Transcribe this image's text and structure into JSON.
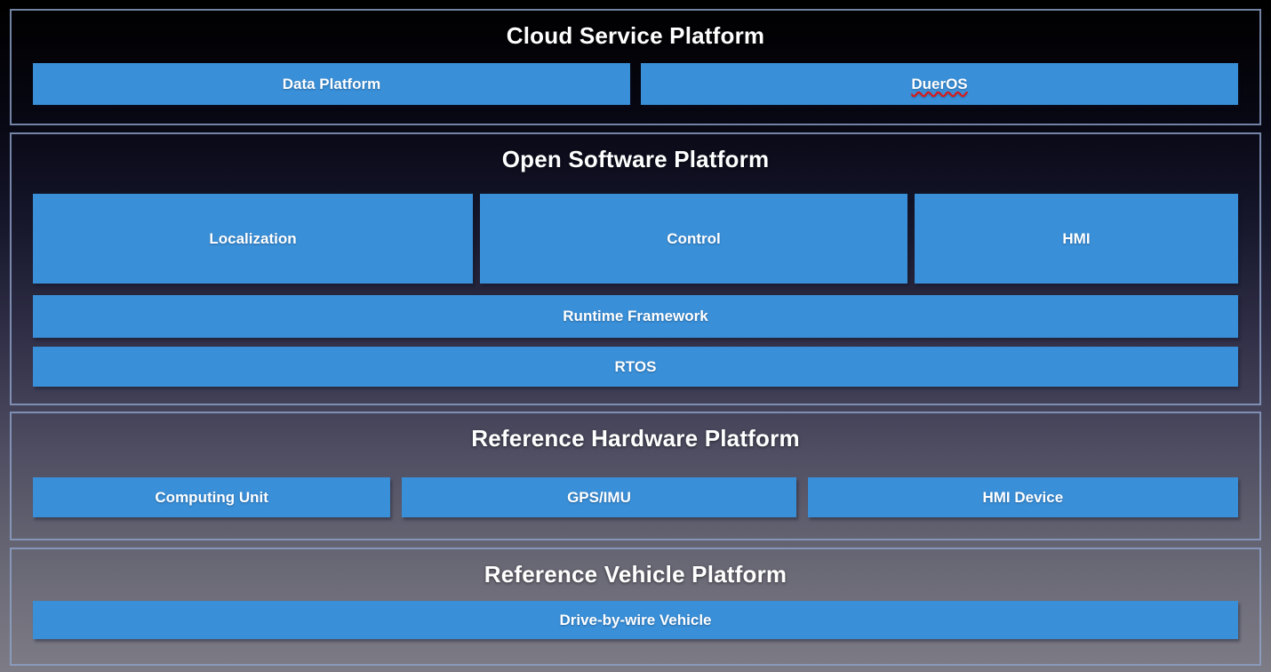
{
  "cloud": {
    "title": "Cloud Service Platform",
    "boxes": {
      "data_platform": "Data Platform",
      "dueros": "DuerOS"
    }
  },
  "software": {
    "title": "Open Software Platform",
    "boxes": {
      "localization": "Localization",
      "control": "Control",
      "hmi": "HMI",
      "runtime_framework": "Runtime Framework",
      "rtos": "RTOS"
    }
  },
  "hardware": {
    "title": "Reference Hardware Platform",
    "boxes": {
      "computing_unit": "Computing Unit",
      "gps_imu": "GPS/IMU",
      "hmi_device": "HMI Device"
    }
  },
  "vehicle": {
    "title": "Reference Vehicle Platform",
    "boxes": {
      "drive_by_wire": "Drive-by-wire Vehicle"
    }
  },
  "colors": {
    "box_blue": "#3a90d8",
    "panel_border": "#8fa2c9",
    "background_top": "#000000",
    "background_bottom": "#7d7c86",
    "text": "#ffffff",
    "spellcheck_underline": "#e01616"
  }
}
